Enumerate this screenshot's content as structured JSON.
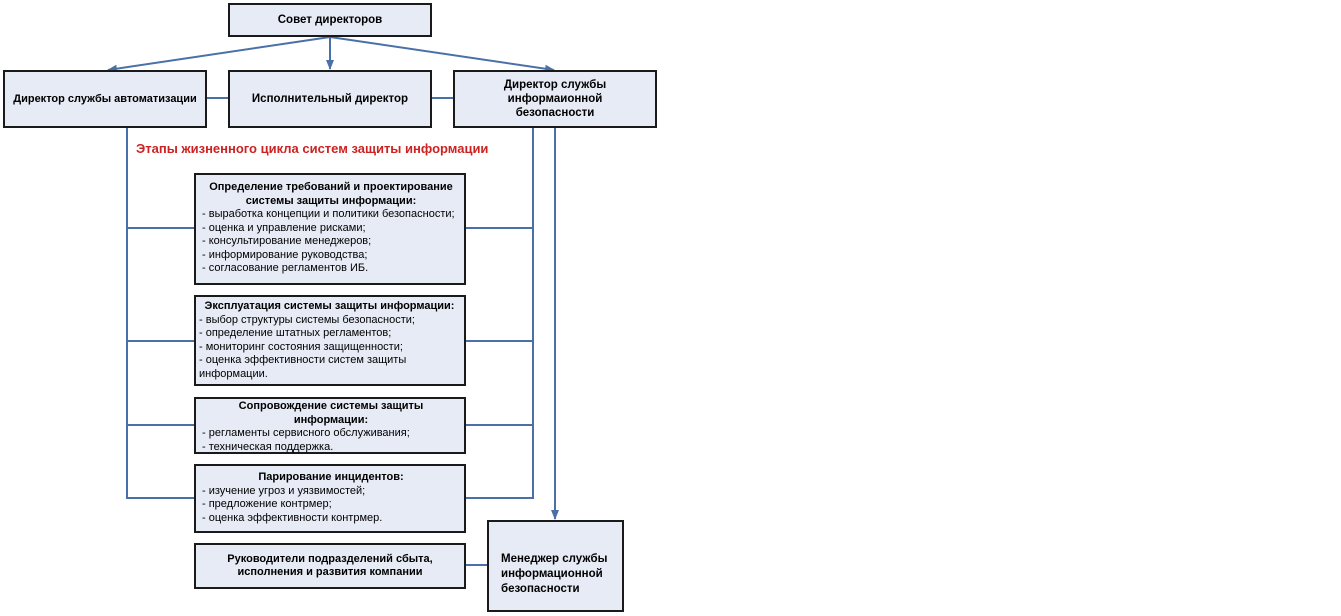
{
  "diagram": {
    "colors": {
      "connector": "#4a70a8",
      "box_fill": "#e6ebf5",
      "box_border": "#1a1a1a",
      "heading": "#cc2222"
    },
    "heading": "Этапы жизненного цикла систем защиты информации",
    "nodes": {
      "board": {
        "label": "Совет директоров"
      },
      "automation_director": {
        "label": "Директор службы автоматизации"
      },
      "executive_director": {
        "label": "Исполнительный директор"
      },
      "security_director": {
        "label": "Директор службы информаионной безопасности"
      },
      "department_heads": {
        "label": "Руководители подразделений сбыта, исполнения и развития компании"
      },
      "security_manager": {
        "label": "Менеджер службы информационной безопасности"
      }
    },
    "stages": [
      {
        "title": "Определение требований и проектирование системы защиты информации:",
        "items": [
          "- выработка концепции и политики безопасности;",
          "- оценка и управление рисками;",
          "- консультирование менеджеров;",
          "- информирование руководства;",
          "- согласование регламентов ИБ."
        ]
      },
      {
        "title": "Эксплуатация системы защиты информации:",
        "items": [
          "- выбор структуры системы безопасности;",
          "- определение штатных регламентов;",
          "- мониторинг состояния защищенности;",
          "- оценка эффективности систем защиты информации."
        ]
      },
      {
        "title": "Сопровождение системы защиты информации:",
        "items": [
          "- регламенты сервисного обслуживания;",
          "- техническая поддержка."
        ]
      },
      {
        "title": "Парирование инцидентов:",
        "items": [
          "- изучение угроз и уязвимостей;",
          "- предложение контрмер;",
          "- оценка эффективности контрмер."
        ]
      }
    ]
  }
}
